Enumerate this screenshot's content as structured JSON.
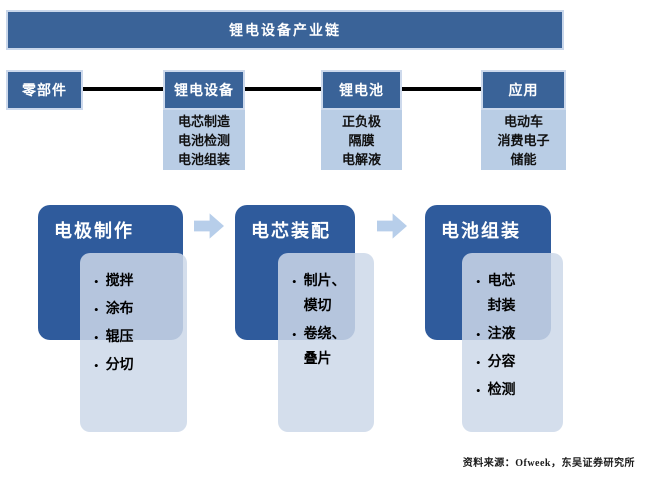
{
  "banner": {
    "title": "锂电设备产业链"
  },
  "colors": {
    "dark_blue_top": "#3A6398",
    "dark_blue_stage": "#2F5B9C",
    "light_blue_box": "#B9CDE5",
    "panel_blue": "#CCD8E9",
    "arrow_blue": "#B7CEEA",
    "connector_line": "#000000",
    "border_light": "#C9D7EB"
  },
  "glyphs": {
    "bullet": "•"
  },
  "chain": {
    "nodes": [
      {
        "label": "零部件",
        "items": []
      },
      {
        "label": "锂电设备",
        "items": [
          "电芯制造",
          "电池检测",
          "电池组装"
        ]
      },
      {
        "label": "锂电池",
        "items": [
          "正负极",
          "隔膜",
          "电解液"
        ]
      },
      {
        "label": "应用",
        "items": [
          "电动车",
          "消费电子",
          "储能"
        ]
      }
    ]
  },
  "process_flow": {
    "stages": [
      {
        "title": "电极制作",
        "steps": [
          "搅拌",
          "涂布",
          "辊压",
          "分切"
        ]
      },
      {
        "title": "电芯装配",
        "steps": [
          "制片、\n模切",
          "卷绕、\n叠片"
        ]
      },
      {
        "title": "电池组装",
        "steps": [
          "电芯\n封装",
          "注液",
          "分容",
          "检测"
        ]
      }
    ]
  },
  "footer": {
    "source": "资料来源：Ofweek，东吴证券研究所"
  }
}
